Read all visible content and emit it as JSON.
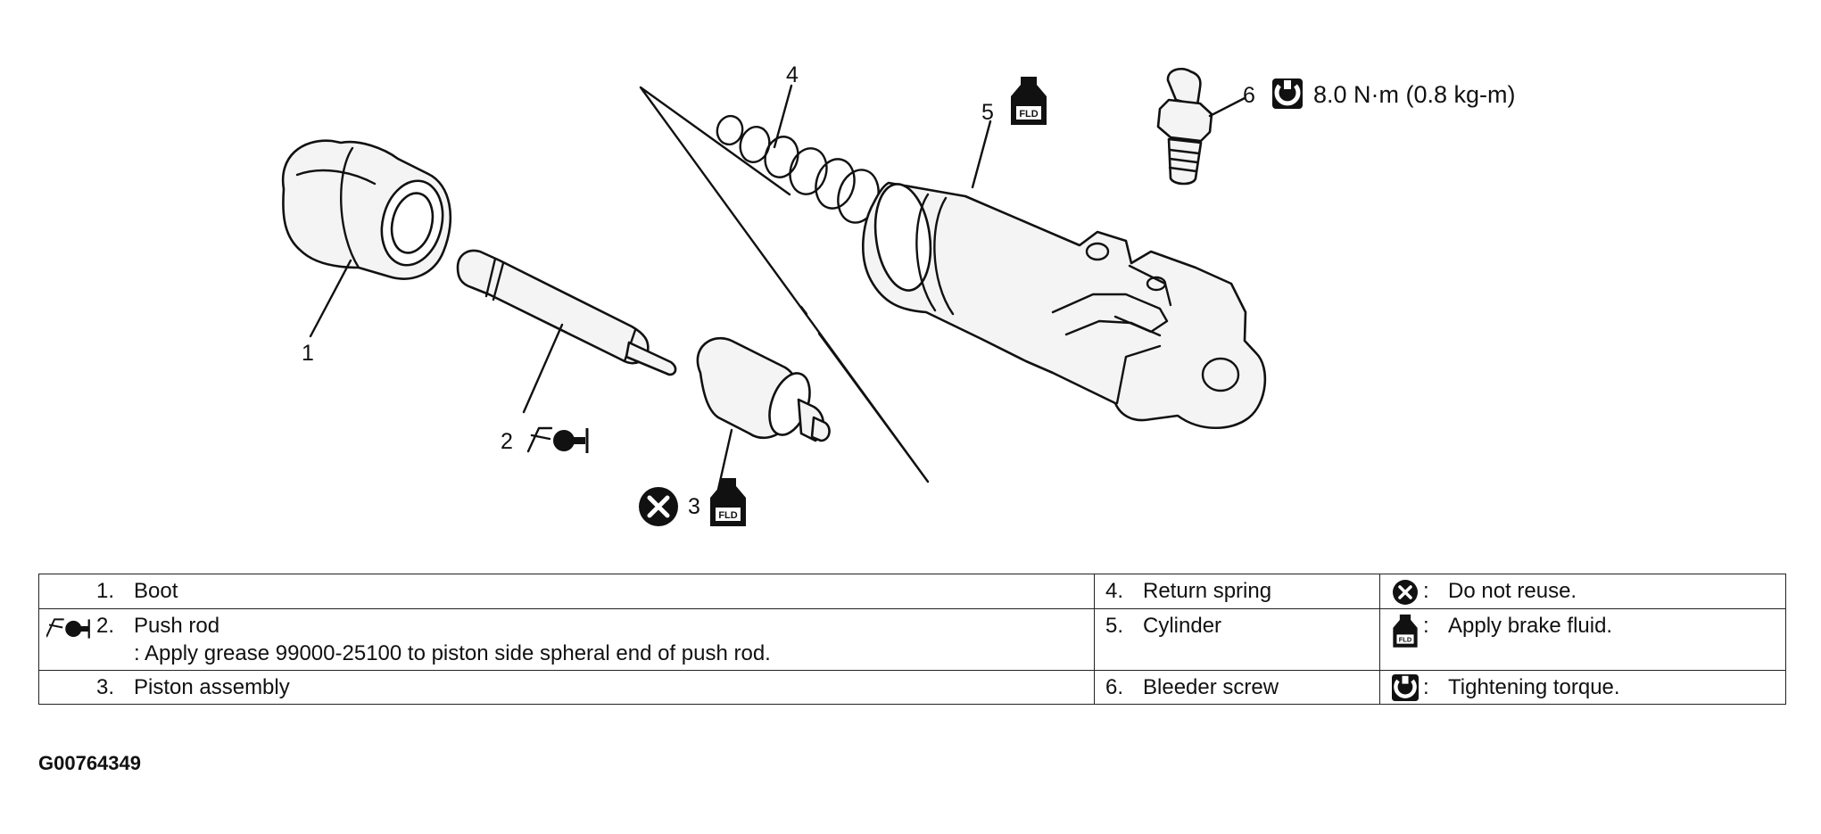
{
  "callouts": [
    "1",
    "2",
    "3",
    "4",
    "5",
    "6"
  ],
  "torque_label": "8.0 N·m (0.8 kg-m)",
  "fld_text": "FLD",
  "table": {
    "rows": [
      {
        "left_num": "1.",
        "left_text": "Boot",
        "left_note": "",
        "mid_num": "4.",
        "mid_text": "Return spring",
        "right_icon": "do-not-reuse-icon",
        "right_text": "Do not reuse."
      },
      {
        "left_num": "2.",
        "left_text": "Push rod",
        "left_note": ": Apply grease 99000-25100 to piston side spheral end of push rod.",
        "mid_num": "5.",
        "mid_text": "Cylinder",
        "right_icon": "brake-fluid-icon",
        "right_text": "Apply brake fluid."
      },
      {
        "left_num": "3.",
        "left_text": "Piston assembly",
        "left_note": "",
        "mid_num": "6.",
        "mid_text": "Bleeder screw",
        "right_icon": "torque-icon",
        "right_text": "Tightening torque."
      }
    ],
    "colon": ":"
  },
  "figure_id": "G00764349"
}
